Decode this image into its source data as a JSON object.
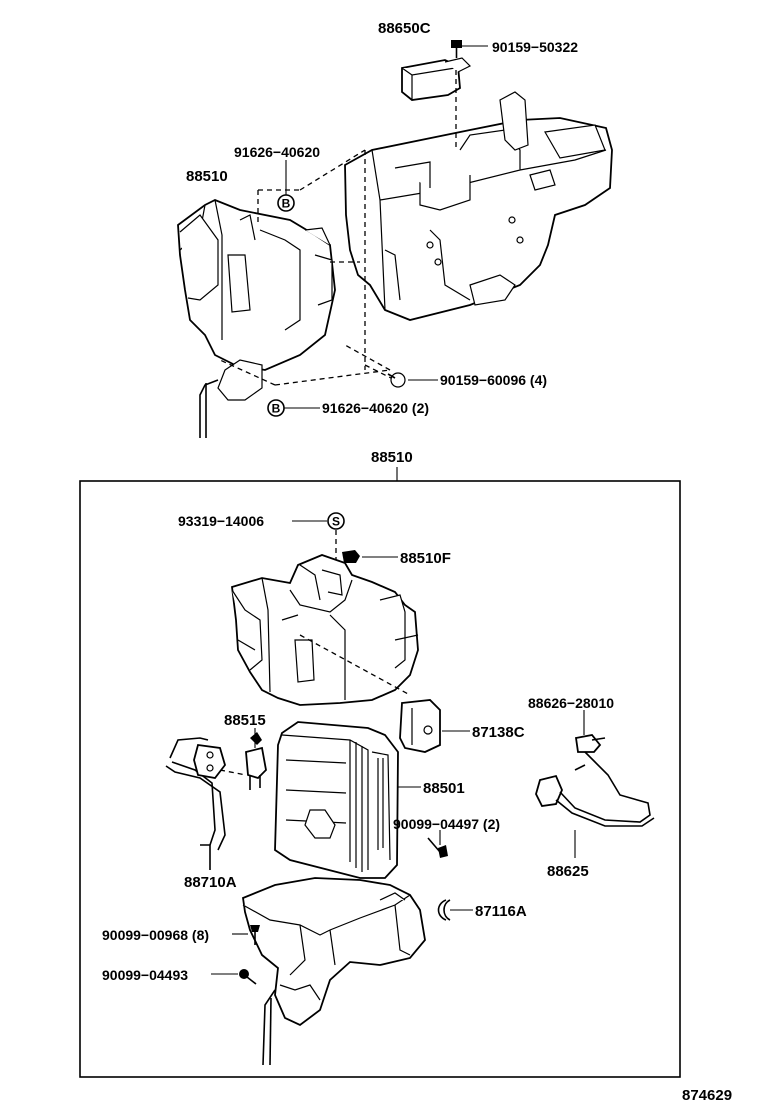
{
  "labels": {
    "p88650C": "88650C",
    "p90159_50322": "90159−50322",
    "p91626_40620": "91626−40620",
    "p88510_top": "88510",
    "p90159_60096": "90159−60096 (4)",
    "p91626_40620_2": "91626−40620 (2)",
    "p88510_box": "88510",
    "p93319_14006": "93319−14006",
    "p88510F": "88510F",
    "p88515": "88515",
    "p87138C": "87138C",
    "p88626_28010": "88626−28010",
    "p88501": "88501",
    "p90099_04497": "90099−04497 (2)",
    "p88710A": "88710A",
    "p88625": "88625",
    "p87116A": "87116A",
    "p90099_00968": "90099−00968 (8)",
    "p90099_04493": "90099−04493",
    "ref": "874629"
  },
  "symbols": {
    "B": "B",
    "S": "S"
  }
}
